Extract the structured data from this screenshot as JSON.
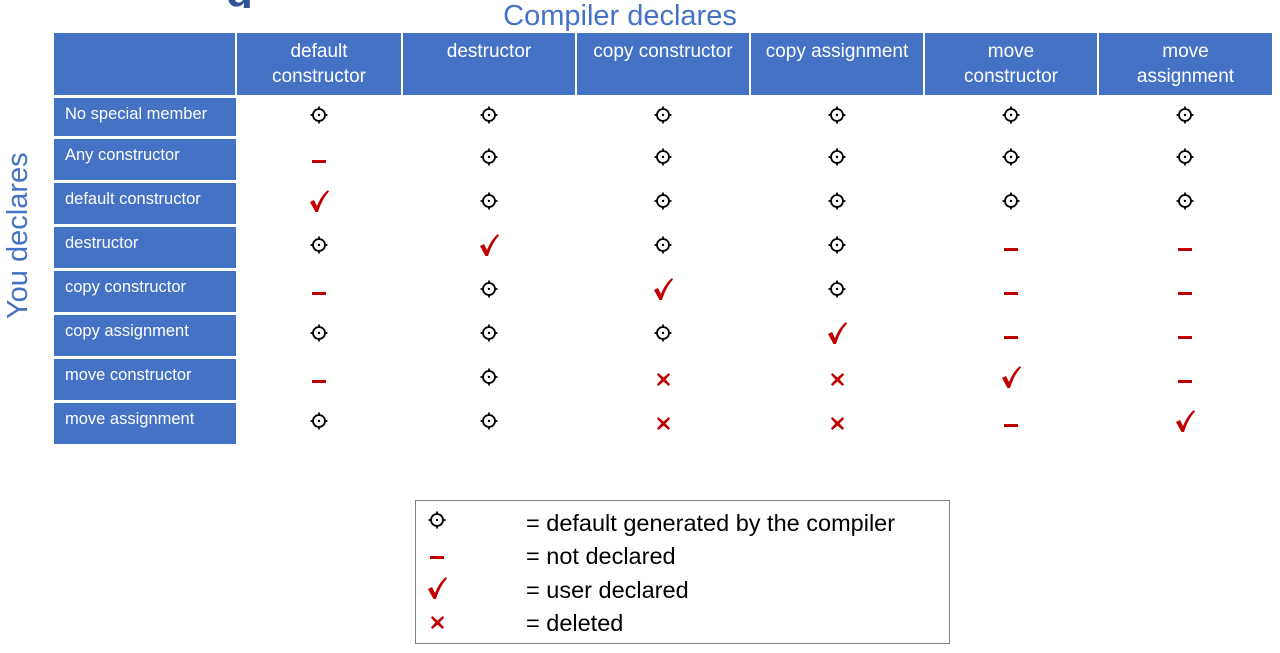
{
  "title_fragment": "g",
  "column_group_title": "Compiler declares",
  "row_group_title": "You declares",
  "columns": [
    [
      "default",
      "constructor"
    ],
    [
      "destructor"
    ],
    [
      "copy constructor"
    ],
    [
      "copy assignment"
    ],
    [
      "move",
      "constructor"
    ],
    [
      "move",
      "assignment"
    ]
  ],
  "rows": [
    {
      "label": "No special member",
      "cells": [
        "generated",
        "generated",
        "generated",
        "generated",
        "generated",
        "generated"
      ]
    },
    {
      "label": "Any constructor",
      "cells": [
        "not_declared",
        "generated",
        "generated",
        "generated",
        "generated",
        "generated"
      ]
    },
    {
      "label": "default constructor",
      "cells": [
        "user_declared",
        "generated",
        "generated",
        "generated",
        "generated",
        "generated"
      ]
    },
    {
      "label": "destructor",
      "cells": [
        "generated",
        "user_declared",
        "generated",
        "generated",
        "not_declared",
        "not_declared"
      ]
    },
    {
      "label": "copy constructor",
      "cells": [
        "not_declared",
        "generated",
        "user_declared",
        "generated",
        "not_declared",
        "not_declared"
      ]
    },
    {
      "label": "copy assignment",
      "cells": [
        "generated",
        "generated",
        "generated",
        "user_declared",
        "not_declared",
        "not_declared"
      ]
    },
    {
      "label": "move constructor",
      "cells": [
        "not_declared",
        "generated",
        "deleted",
        "deleted",
        "user_declared",
        "not_declared"
      ]
    },
    {
      "label": "move assignment",
      "cells": [
        "generated",
        "generated",
        "deleted",
        "deleted",
        "not_declared",
        "user_declared"
      ]
    }
  ],
  "legend": [
    {
      "symbol": "generated",
      "text": "= default generated by the compiler"
    },
    {
      "symbol": "not_declared",
      "text": "= not declared"
    },
    {
      "symbol": "user_declared",
      "text": "= user declared"
    },
    {
      "symbol": "deleted",
      "text": "= deleted"
    }
  ],
  "icons": {
    "generated": "gear-icon",
    "not_declared": "dash-icon",
    "user_declared": "checkmark-icon",
    "deleted": "cross-icon"
  },
  "colors": {
    "header_fill": "#4472c4",
    "title_text": "#4472c4",
    "mark_red": "#c00000",
    "generated_mark": "#000000"
  }
}
